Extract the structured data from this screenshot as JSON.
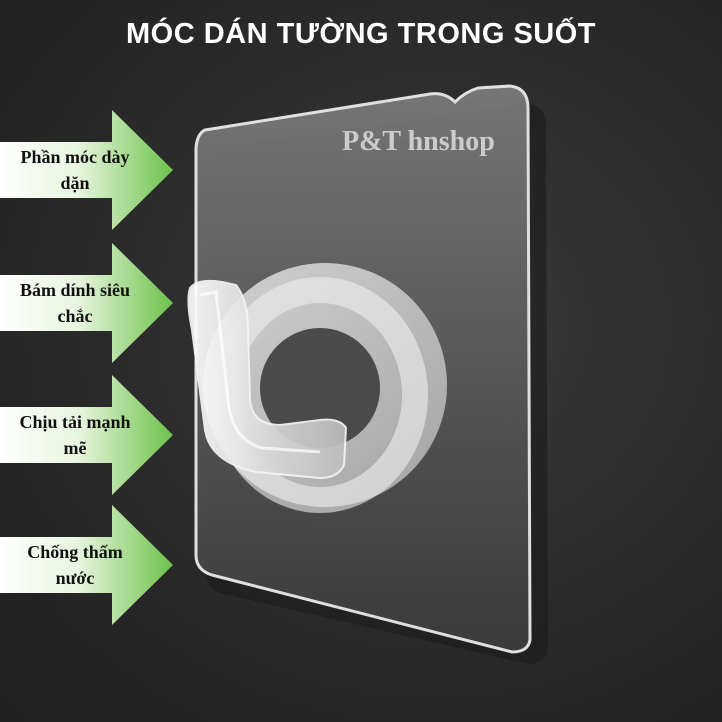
{
  "title": "MÓC DÁN TƯỜNG TRONG SUỐT",
  "watermark": "P&T hnshop",
  "features": [
    {
      "label": "Phần móc dày dặn"
    },
    {
      "label": "Bám dính  siêu chắc"
    },
    {
      "label": "Chịu tải mạnh mẽ"
    },
    {
      "label": "Chống thấm nước"
    }
  ],
  "colors": {
    "background": "#2a2a2a",
    "arrow_green": "#6cc24a",
    "arrow_light": "#ffffff",
    "title_text": "#ffffff"
  }
}
